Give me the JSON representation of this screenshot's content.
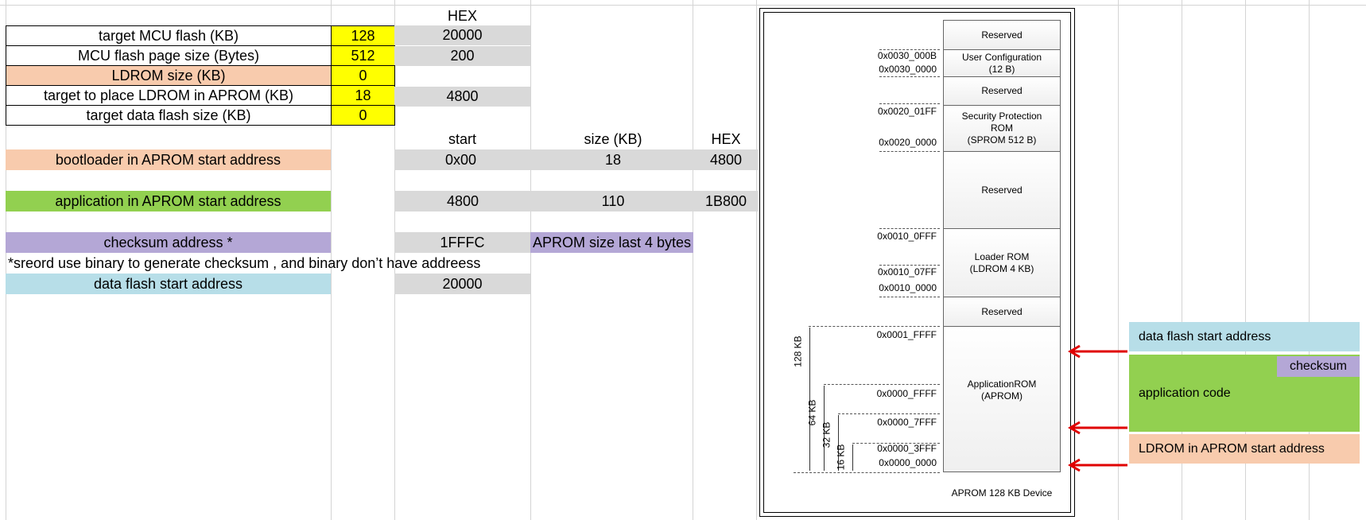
{
  "sheet": {
    "hex_header": "HEX",
    "params": [
      {
        "label": "target MCU flash (KB)",
        "value": "128",
        "hex": "20000"
      },
      {
        "label": "MCU flash page size (Bytes)",
        "value": "512",
        "hex": "200"
      },
      {
        "label": "LDROM size (KB)",
        "value": "0",
        "hex": ""
      },
      {
        "label": "target to place LDROM in APROM (KB)",
        "value": "18",
        "hex": "4800"
      },
      {
        "label": "target data flash size (KB)",
        "value": "0",
        "hex": ""
      }
    ],
    "col_headers": {
      "start": "start",
      "size": "size (KB)",
      "hex": "HEX"
    },
    "bootloader": {
      "label": "bootloader in APROM start address",
      "start": "0x00",
      "size": "18",
      "hex": "4800"
    },
    "application": {
      "label": "application in APROM start address",
      "start": "4800",
      "size": "110",
      "hex": "1B800"
    },
    "checksum": {
      "label": "checksum address *",
      "start": "1FFFC",
      "note": "APROM size last 4 bytes"
    },
    "footnote": "*sreord use binary to generate checksum , and binary don’t have addreess",
    "dataflash": {
      "label": "data flash start address",
      "start": "20000"
    }
  },
  "memory_map": {
    "blocks": [
      {
        "name": "Reserved",
        "sub": ""
      },
      {
        "name": "User Configuration",
        "sub": "(12 B)"
      },
      {
        "name": "Reserved",
        "sub": ""
      },
      {
        "name": "Security Protection\nROM",
        "sub": "(SPROM 512 B)"
      },
      {
        "name": "Reserved",
        "sub": ""
      },
      {
        "name": "Loader ROM",
        "sub": "(LDROM 4 KB)"
      },
      {
        "name": "Reserved",
        "sub": ""
      },
      {
        "name": "ApplicationROM",
        "sub": "(APROM)"
      }
    ],
    "addresses": [
      "0x0030_000B",
      "0x0030_0000",
      "0x0020_01FF",
      "0x0020_0000",
      "0x0010_0FFF",
      "0x0010_07FF",
      "0x0010_0000",
      "0x0001_FFFF",
      "0x0000_FFFF",
      "0x0000_7FFF",
      "0x0000_3FFF",
      "0x0000_0000"
    ],
    "sizes": [
      "128 KB",
      "64 KB",
      "32 KB",
      "16 KB"
    ],
    "caption": "APROM 128 KB Device"
  },
  "right_panel": {
    "data_flash": "data flash start address",
    "checksum": "checksum",
    "app_code": "application code",
    "ldrom": "LDROM in APROM start address",
    "colors": {
      "blue": "#b7dee8",
      "green": "#92d050",
      "purple": "#b4a7d6",
      "peach": "#f8cbad",
      "arrow": "#e00000"
    }
  }
}
